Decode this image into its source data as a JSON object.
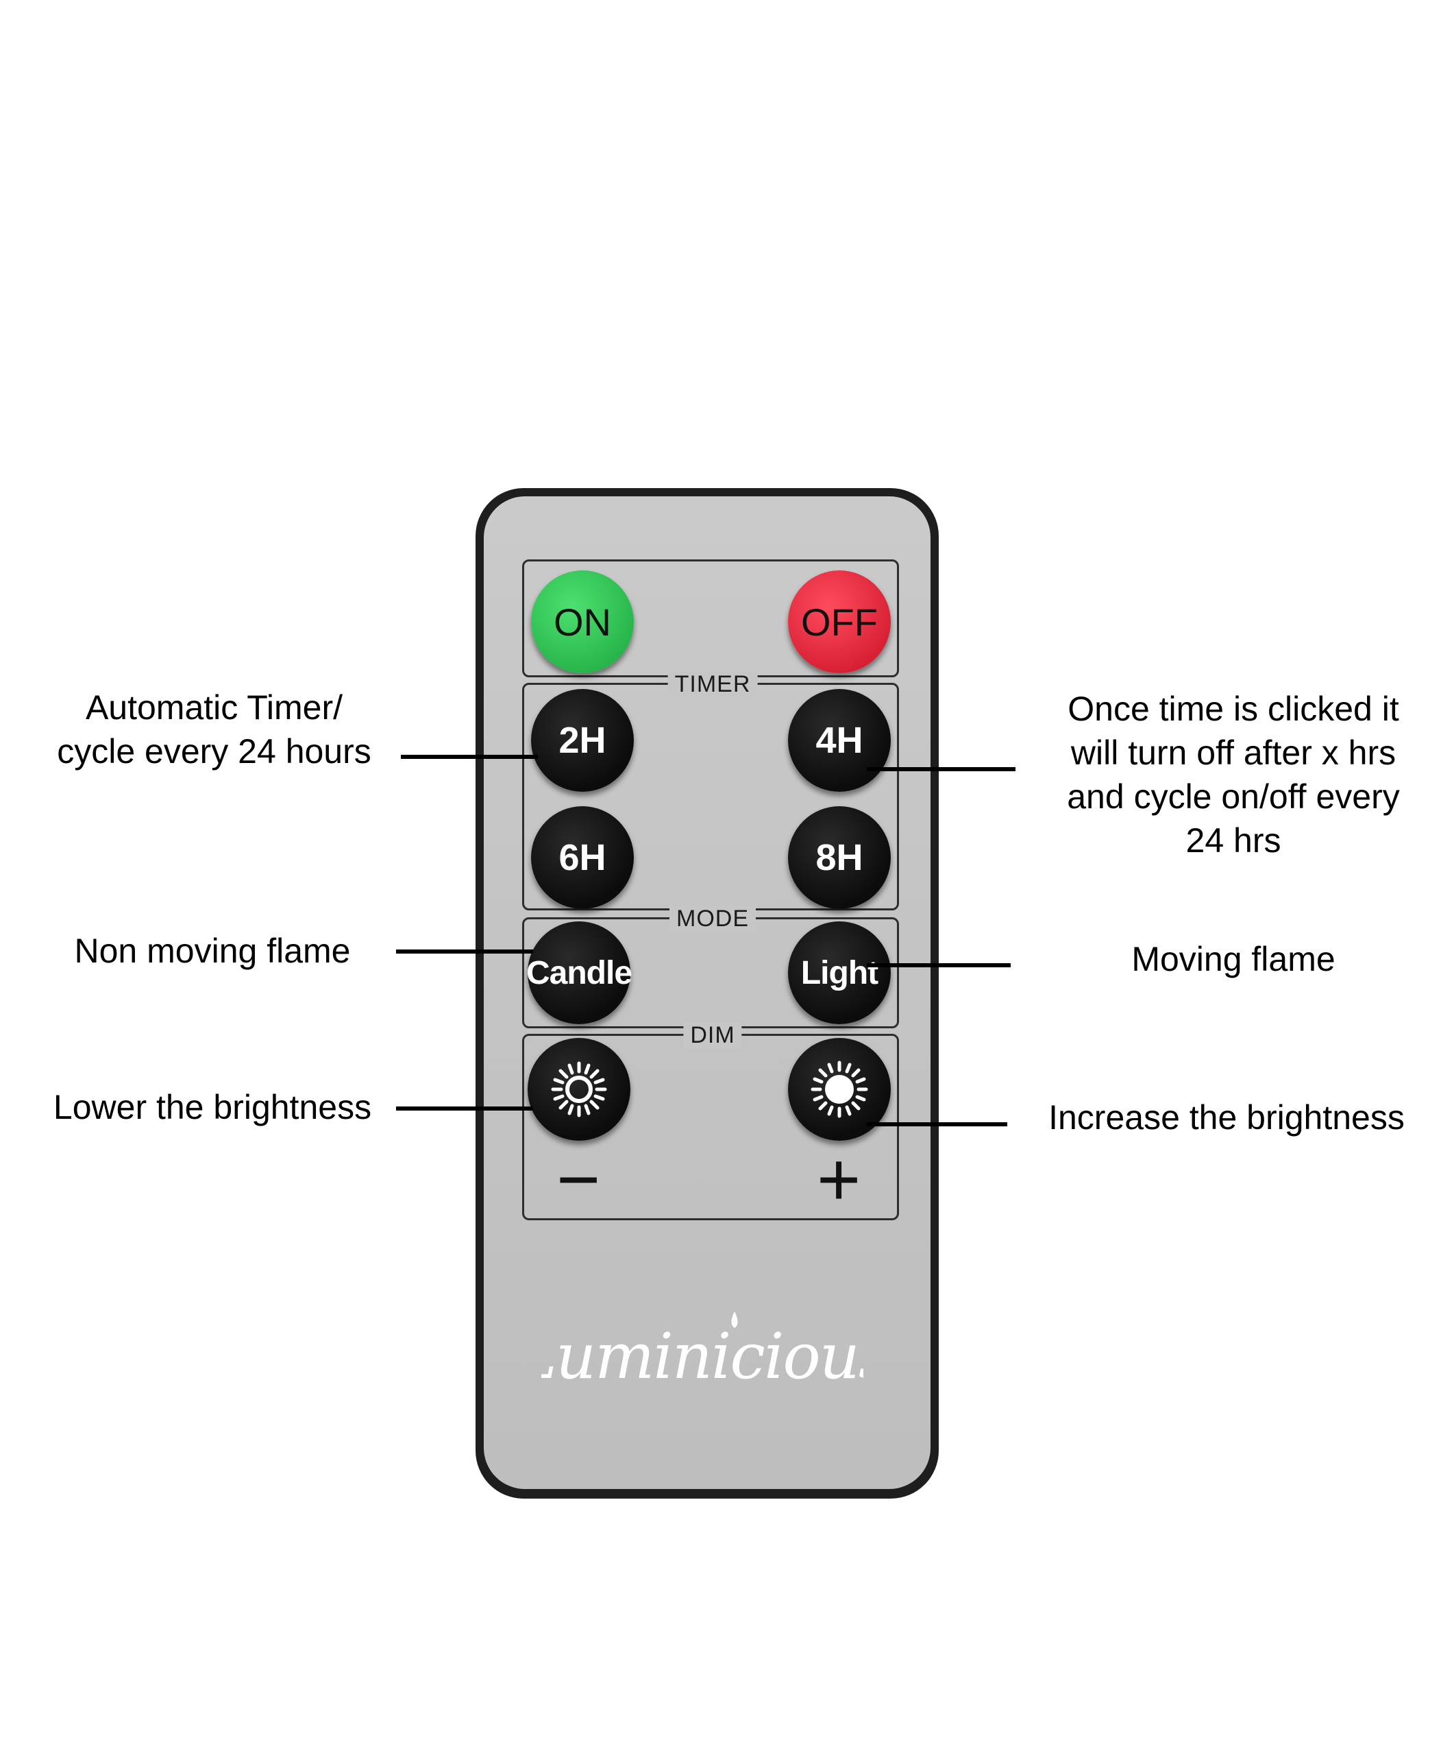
{
  "remote": {
    "buttons": {
      "on": "ON",
      "off": "OFF",
      "timer_2h": "2H",
      "timer_4h": "4H",
      "timer_6h": "6H",
      "timer_8h": "8H",
      "mode_candle": "Candle",
      "mode_light": "Light",
      "dim_down_icon": "sun-outline-icon",
      "dim_up_icon": "sun-filled-icon"
    },
    "sections": {
      "timer": "TIMER",
      "mode": "MODE",
      "dim": "DIM"
    },
    "dim_signs": {
      "minus": "−",
      "plus": "+"
    },
    "brand": "Luminicious",
    "colors": {
      "on": "#2cb84e",
      "off": "#d91f34",
      "body": "#c4c4c4",
      "frame": "#1e1e1e"
    }
  },
  "callouts": {
    "timer_left": "Automatic Timer/\ncycle every 24 hours",
    "timer_right": "Once time is clicked it\nwill turn off after x hrs\nand cycle on/off every\n24 hrs",
    "mode_left": "Non moving flame",
    "mode_right": "Moving flame",
    "dim_left": "Lower the brightness",
    "dim_right": "Increase the brightness"
  }
}
